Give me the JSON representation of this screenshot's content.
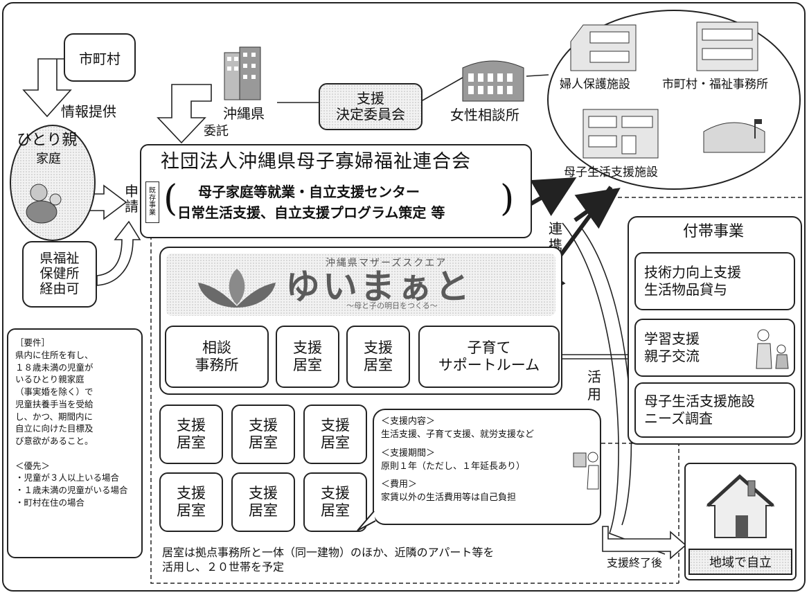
{
  "colors": {
    "line": "#222222",
    "dot_fill": "#f2f2f2",
    "logo_gray": "#5a5a5a"
  },
  "left": {
    "municipality": "市町村",
    "info_provision": "情報提供",
    "single_parent": "ひとり親",
    "family": "家庭",
    "apply": "申\n請",
    "health_office": "県福祉\n保健所\n経由可",
    "requirements": "［要件］\n県内に住所を有し、\n１８歳未満の児童が\nいるひとり親家庭\n（事実婚を除く）で\n児童扶養手当を受給\nし、かつ、期間内に\n自立に向けた目標及\nび意欲があること。\n\n＜優先＞\n・児童が３人以上いる場合\n・１歳未満の児童がいる場合\n・町村在住の場合"
  },
  "top": {
    "okinawa": "沖縄県",
    "entrust": "委託",
    "committee": "支援\n決定委員会",
    "women_consult": "女性相談所"
  },
  "facilities": {
    "women_protect": "婦人保護施設",
    "welfare_office": "市町村・福祉事務所",
    "mother_child": "母子生活支援施設"
  },
  "org": {
    "name": "社団法人沖縄県母子寡婦福祉連合会",
    "existing": "既\n存\n事\n業",
    "line1": "母子家庭等就業・自立支援センター",
    "line2": "日常生活支援、自立支援プログラム策定 等"
  },
  "renkei": "連\n携",
  "katsuyo": "活\n用",
  "yuimaar": {
    "top_text": "沖縄県マザーズスクエア",
    "logo": "ゆいまぁと",
    "sub": "～母と子の明日をつくる～",
    "rooms": [
      "相談\n事務所",
      "支援\n居室",
      "支援\n居室",
      "子育て\nサポートルーム"
    ]
  },
  "support_rooms": [
    "支援\n居室",
    "支援\n居室",
    "支援\n居室",
    "支援\n居室",
    "支援\n居室",
    "支援\n居室"
  ],
  "callout": {
    "h1": "＜支援内容＞",
    "t1": "生活支援、子育て支援、就労支援など",
    "h2": "＜支援期間＞",
    "t2": "原則１年（ただし、１年延長あり）",
    "h3": "＜費用＞",
    "t3": "家賃以外の生活費用等は自己負担"
  },
  "rooms_note": "居室は拠点事務所と一体（同一建物）のほか、近隣のアパート等を\n活用し、２０世帯を予定",
  "side": {
    "title": "付帯事業",
    "b1": "技術力向上支援\n生活物品貸与",
    "b2": "学習支援\n親子交流",
    "b3": "母子生活支援施設\nニーズ調査"
  },
  "after_support": "支援終了後",
  "independence": "地域で自立"
}
